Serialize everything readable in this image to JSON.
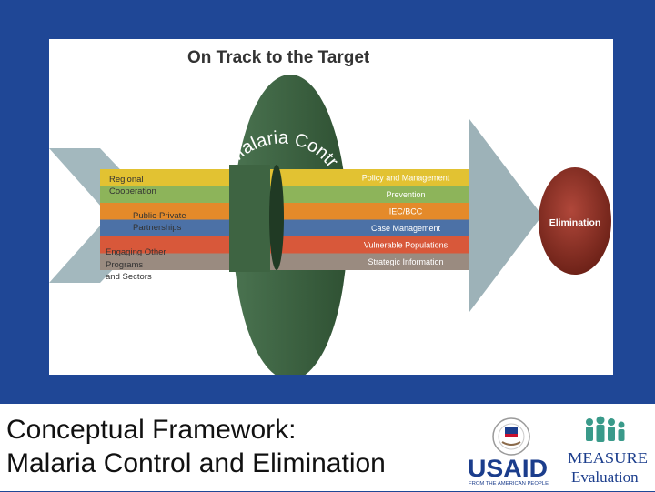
{
  "diagram": {
    "title": "On Track to the Target",
    "disc_label": "Malaria Control",
    "left_labels": [
      "Regional Cooperation",
      "Public-Private Partnerships",
      "Engaging Other Programs and Sectors"
    ],
    "bands": [
      {
        "label": "Policy and Management",
        "color": "#e2c232"
      },
      {
        "label": "Prevention",
        "color": "#8db45a"
      },
      {
        "label": "IEC/BCC",
        "color": "#e48a2a"
      },
      {
        "label": "Case Management",
        "color": "#4c71a6"
      },
      {
        "label": "Vulnerable Populations",
        "color": "#d8583a"
      },
      {
        "label": "Strategic Information",
        "color": "#9a8b80"
      }
    ],
    "target_label": "Elimination",
    "colors": {
      "arrow": "#9db2b8",
      "disc": "#3e6442",
      "target": "#8b2f22"
    }
  },
  "caption": {
    "line1": "Conceptual Framework:",
    "line2": "Malaria Control and Elimination"
  },
  "logos": {
    "usaid": "USAID",
    "usaid_tagline": "FROM THE AMERICAN PEOPLE",
    "measure_top": "MEASURE",
    "measure_bottom": "Evaluation"
  }
}
